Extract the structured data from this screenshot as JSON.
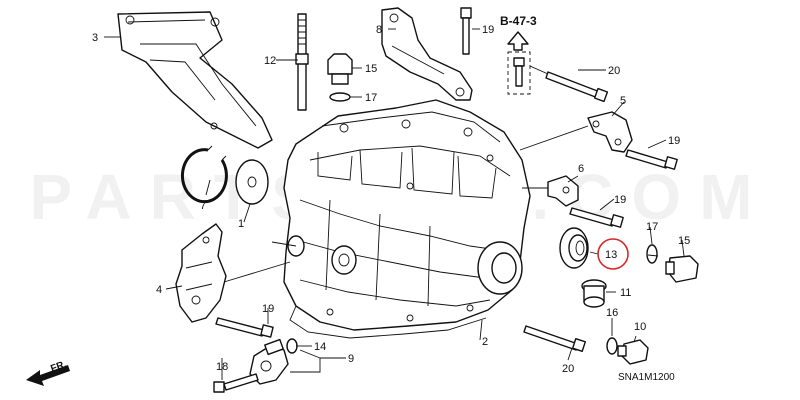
{
  "watermark": "PARTSOUQ.COM",
  "reference_tag": "B-47-3",
  "front_marker": "FR.",
  "diagram_code": "SNA1M1200",
  "highlight_color": "#d62828",
  "highlighted_part": "13",
  "callouts": {
    "p1": "1",
    "p2": "2",
    "p3": "3",
    "p4": "4",
    "p5": "5",
    "p6": "6",
    "p7": "7",
    "p8": "8",
    "p9": "9",
    "p10": "10",
    "p11": "11",
    "p12": "12",
    "p13": "13",
    "p14": "14",
    "p15a": "15",
    "p15b": "15",
    "p16": "16",
    "p17a": "17",
    "p17b": "17",
    "p18": "18",
    "p19a": "19",
    "p19b": "19",
    "p19c": "19",
    "p19d": "19",
    "p20a": "20",
    "p20b": "20"
  }
}
